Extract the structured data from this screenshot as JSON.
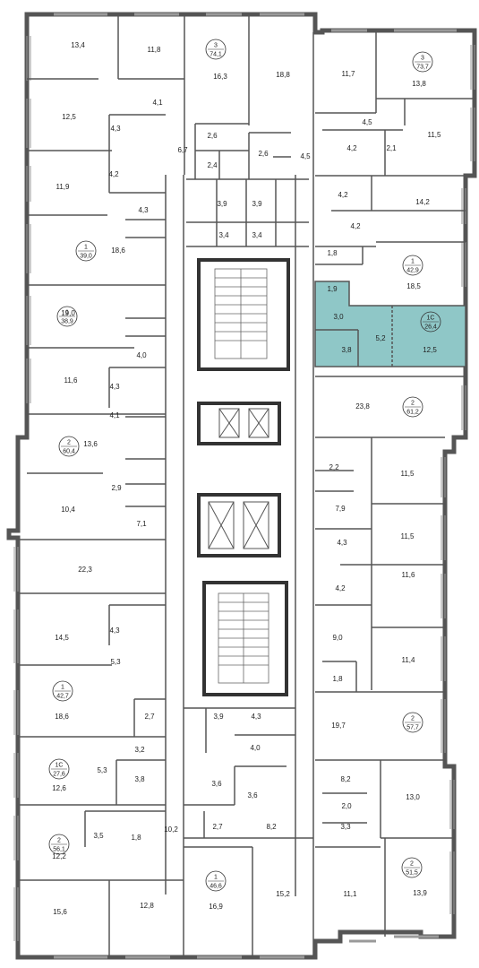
{
  "plan": {
    "colors": {
      "wall": "#555555",
      "highlight": "#8fc7c7",
      "badge_line": "#333333",
      "window": "#9a9a9a"
    },
    "apartments": [
      {
        "id": "a1",
        "rooms": "3",
        "area": "74,1"
      },
      {
        "id": "a2",
        "rooms": "3",
        "area": "73,7"
      },
      {
        "id": "a3",
        "rooms": "1",
        "area": "39,0"
      },
      {
        "id": "a4",
        "rooms": "1",
        "area": "42,9"
      },
      {
        "id": "a5",
        "rooms": "1",
        "area": "38,9"
      },
      {
        "id": "a6",
        "rooms": "1С",
        "area": "26,4",
        "highlight": true
      },
      {
        "id": "a7",
        "rooms": "2",
        "area": "61,2"
      },
      {
        "id": "a8",
        "rooms": "2",
        "area": "60,4"
      },
      {
        "id": "a9",
        "rooms": "1",
        "area": "42,7"
      },
      {
        "id": "a10",
        "rooms": "2",
        "area": "57,7"
      },
      {
        "id": "a11",
        "rooms": "1С",
        "area": "27,6"
      },
      {
        "id": "a12",
        "rooms": "2",
        "area": "56,1"
      },
      {
        "id": "a13",
        "rooms": "1",
        "area": "46,6"
      },
      {
        "id": "a14",
        "rooms": "2",
        "area": "51,5"
      }
    ],
    "room_labels": [
      "13,4",
      "11,8",
      "16,3",
      "18,8",
      "11,7",
      "13,8",
      "4,1",
      "12,5",
      "4,3",
      "2,6",
      "6,7",
      "2,6",
      "4,5",
      "4,5",
      "4,2",
      "2,1",
      "11,5",
      "2,4",
      "4,2",
      "11,9",
      "4,3",
      "4,2",
      "14,2",
      "3,9",
      "3,9",
      "3,4",
      "3,4",
      "4,2",
      "18,6",
      "1,8",
      "18,5",
      "1,9",
      "19,0",
      "3,0",
      "5,2",
      "3,8",
      "12,5",
      "4,0",
      "11,6",
      "4,3",
      "23,8",
      "4,1",
      "13,6",
      "2,2",
      "11,5",
      "2,9",
      "10,4",
      "7,9",
      "7,1",
      "11,5",
      "4,3",
      "22,3",
      "4,2",
      "11,6",
      "14,5",
      "4,3",
      "9,0",
      "5,3",
      "11,4",
      "1,8",
      "18,6",
      "2,7",
      "19,7",
      "3,9",
      "4,3",
      "4,0",
      "3,2",
      "5,3",
      "3,8",
      "12,6",
      "3,6",
      "3,6",
      "8,2",
      "13,0",
      "2,0",
      "3,3",
      "3,5",
      "1,8",
      "10,2",
      "2,7",
      "8,2",
      "12,2",
      "15,6",
      "12,8",
      "16,9",
      "15,2",
      "11,1",
      "13,9"
    ]
  }
}
